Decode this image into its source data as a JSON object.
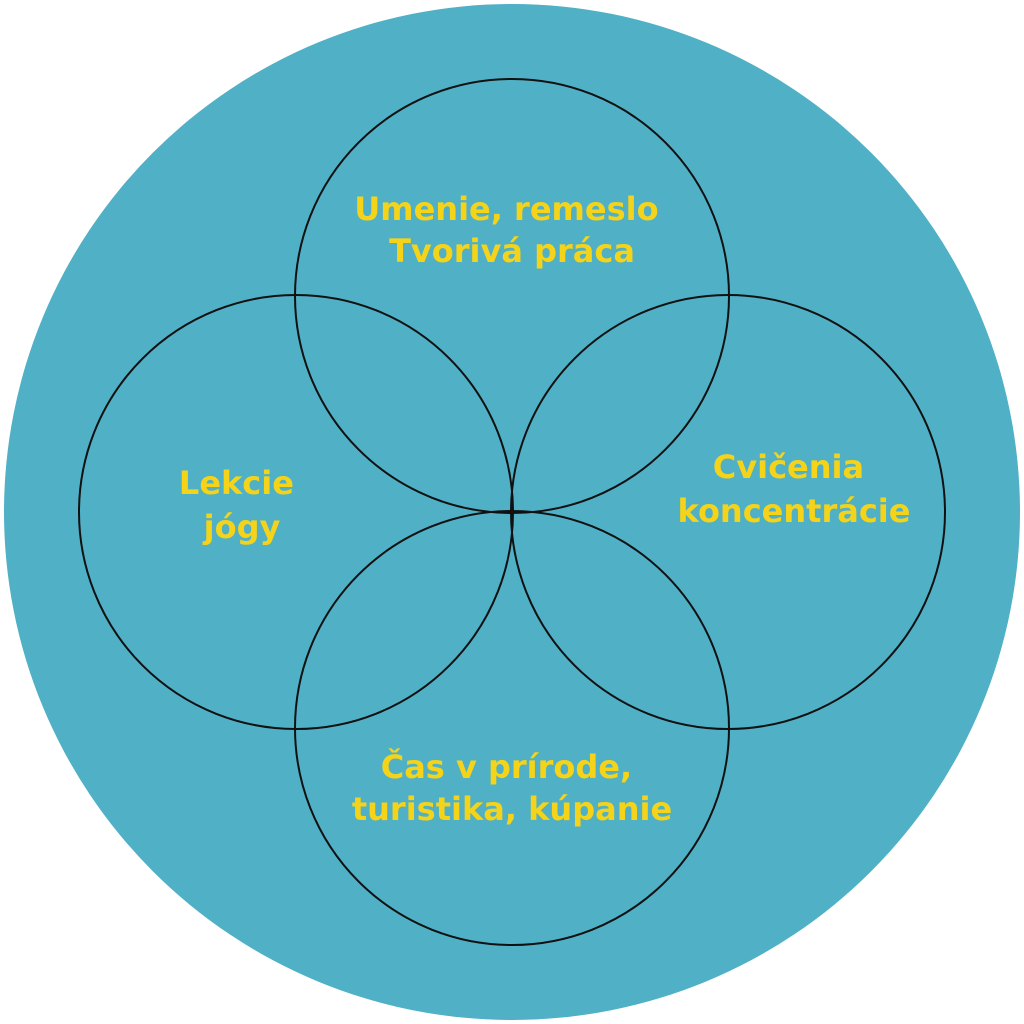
{
  "colors": {
    "background_disc": "#4fb0c6",
    "ring_stroke": "#111111",
    "label_text": "#f5d319"
  },
  "diagram": {
    "circles": [
      {
        "id": "top",
        "lines": [
          "Umenie, remeslo",
          "Tvorivá práca"
        ]
      },
      {
        "id": "left",
        "lines": [
          "Lekcie",
          "jógy"
        ]
      },
      {
        "id": "right",
        "lines": [
          "Cvičenia",
          "koncentrácie"
        ]
      },
      {
        "id": "bottom",
        "lines": [
          "Čas v prírode,",
          "turistika, kúpanie"
        ]
      }
    ]
  }
}
